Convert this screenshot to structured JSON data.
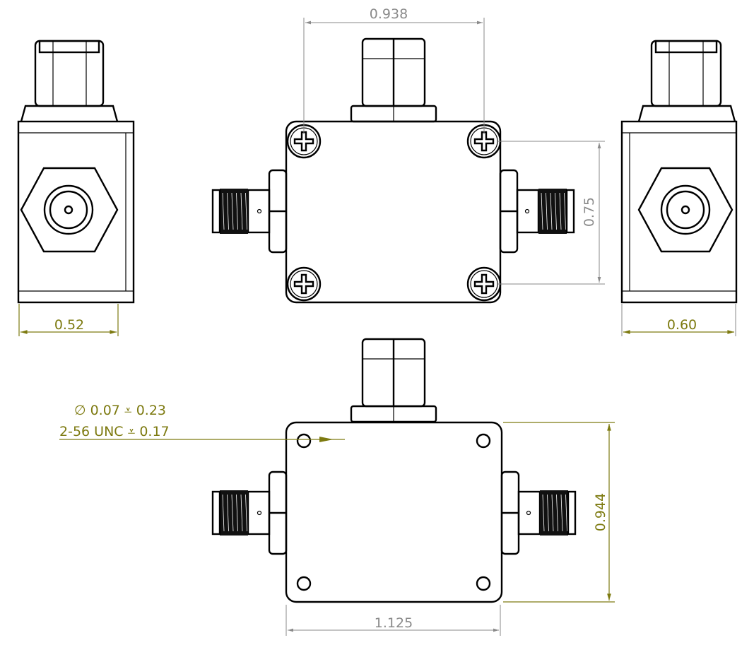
{
  "dimensions": {
    "left_width": "0.52",
    "top_hole_spacing": "0.938",
    "vertical_hole_spacing": "0.75",
    "right_width": "0.60",
    "bottom_height": "0.944",
    "bottom_width": "1.125"
  },
  "callout": {
    "line1": "∅ 0.07 ⩡ 0.23",
    "line2": "2-56 UNC  ⩡ 0.17"
  },
  "colors": {
    "dimension_gray": "#8a8a8a",
    "annotation_olive": "#7d7a10",
    "line": "#000000"
  }
}
